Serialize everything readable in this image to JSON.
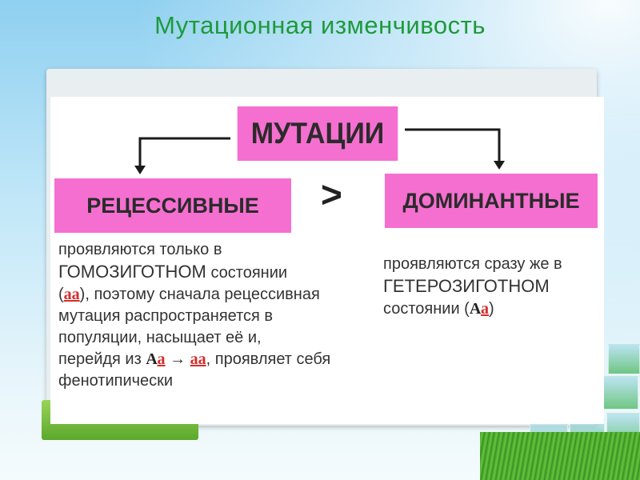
{
  "title": "Мутационная изменчивость",
  "diagram": {
    "root": "МУТАЦИИ",
    "left_label": "РЕЦЕССИВНЫЕ",
    "right_label": "ДОМИНАНТНЫЕ",
    "comparison": ">",
    "left_text": {
      "l1": "проявляются только в",
      "l2a": "ГОМОЗИГОТНОМ",
      "l2b": " состоянии",
      "l3a": "(",
      "l3b": "аа",
      "l3c": "), поэтому сначала рецессивная",
      "l4": "мутация распространяется в",
      "l5": "популяции, насыщает её и,",
      "l6a": "перейдя из ",
      "l6b": "А",
      "l6c": "а",
      "l6d": " → ",
      "l6e": "аа",
      "l6f": ", проявляет себя",
      "l7": "фенотипически"
    },
    "right_text": {
      "l1": "проявляются сразу же в",
      "l2": "ГЕТЕРОЗИГОТНОМ",
      "l3a": "состоянии (",
      "l3b": "А",
      "l3c": "а",
      "l3d": ")"
    }
  },
  "colors": {
    "title": "#1e9a3a",
    "box": "#f56fd0",
    "highlight": "#d42c2c"
  }
}
